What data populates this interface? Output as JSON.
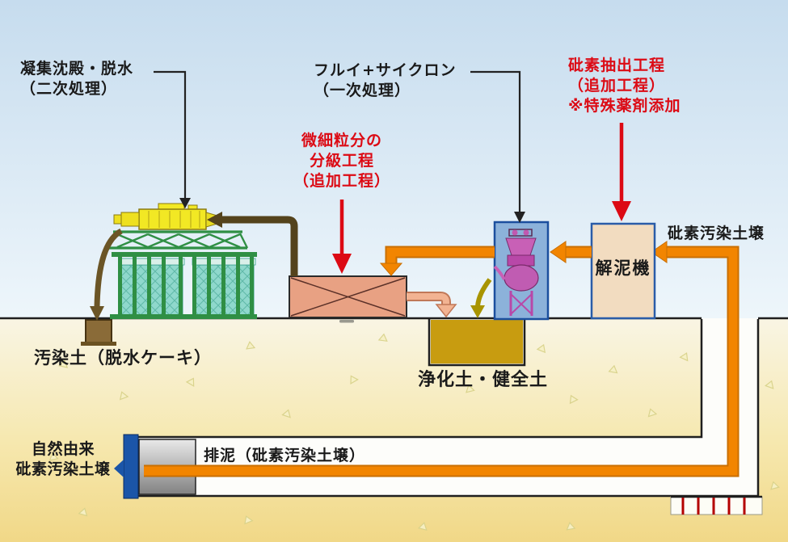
{
  "labels": {
    "coagulation_dewatering": "凝集沈殿・脱水\n（二次処理）",
    "sieve_cyclone": "フルイ+サイクロン\n（一次処理）",
    "fines_classification": "微細粒分の\n分級工程\n（追加工程）",
    "arsenic_extraction": "砒素抽出工程\n（追加工程）\n※特殊薬剤添加",
    "arsenic_contaminated_soil": "砒素汚染土壌",
    "mud_dissolving_machine": "解泥機",
    "contaminated_soil_cake": "汚染土（脱水ケーキ）",
    "purified_healthy_soil": "浄化土・健全土",
    "naturally_derived_soil": "自然由来\n砒素汚染土壌",
    "discharged_mud": "排泥（砒素汚染土壌）"
  },
  "colors": {
    "red_accent": "#dc0a14",
    "label_text": "#1a1a1a",
    "orange_pipe": "#ef8200",
    "classification_box": "#e8a183",
    "cyclone_box_fill": "#8cb2da",
    "mud_dissolver_fill": "#f2dcc0",
    "purified_soil_pit": "#c89c10",
    "shield_blue": "#1b55a8",
    "machine_yellow": "#f2e824",
    "frame_green": "#2f8f44",
    "tank_teal": "#8fd8cc",
    "cyclone_magenta": "#c058b0",
    "soil_brown": "#8a6b38"
  }
}
